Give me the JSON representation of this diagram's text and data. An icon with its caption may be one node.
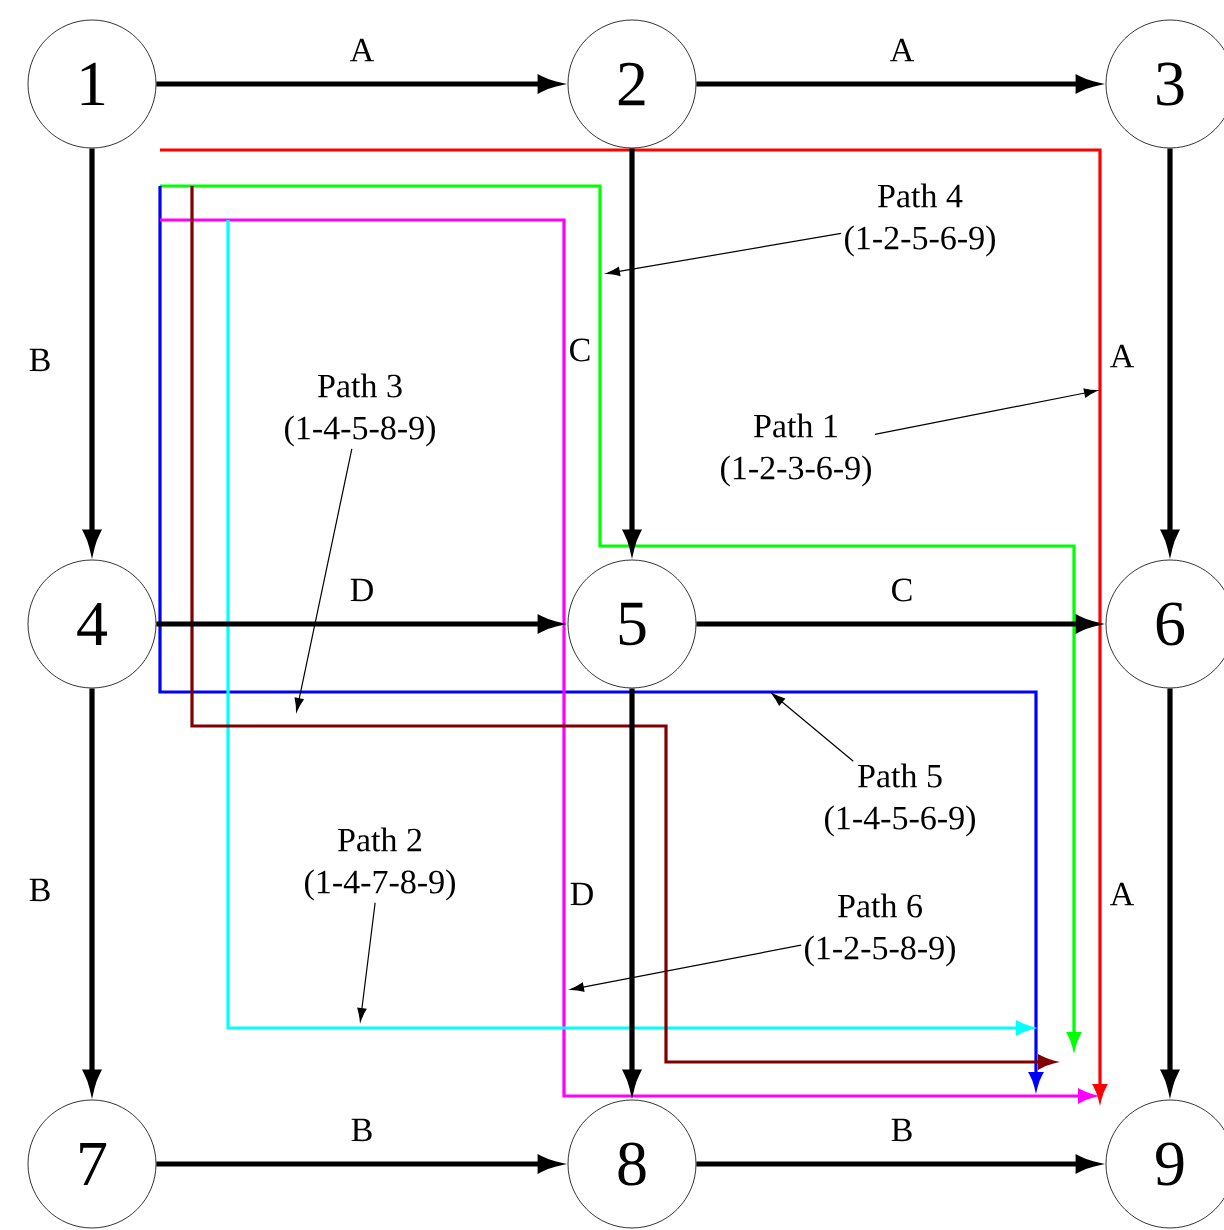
{
  "diagram": {
    "nodes": [
      {
        "text": [
          "1"
        ]
      },
      {
        "text": [
          "2"
        ]
      },
      {
        "text": [
          "3"
        ]
      },
      {
        "text": [
          "4"
        ]
      },
      {
        "text": [
          "5"
        ]
      },
      {
        "text": [
          "6"
        ]
      },
      {
        "text": [
          "7"
        ]
      },
      {
        "text": [
          "8"
        ]
      },
      {
        "text": [
          "9"
        ]
      },
      {
        "text": [
          "Path 4",
          "(1-2-5-6-9)"
        ]
      },
      {
        "text": [
          "Path 3",
          "(1-4-5-8-9)"
        ]
      },
      {
        "text": [
          "Path 1",
          "(1-2-3-6-9)"
        ]
      },
      {
        "text": [
          "Path 5",
          "(1-4-5-6-9)"
        ]
      },
      {
        "text": [
          "Path 2",
          "(1-4-7-8-9)"
        ]
      },
      {
        "text": [
          "Path 6",
          "(1-2-5-8-9)"
        ]
      }
    ],
    "edges": [
      {
        "from": 0,
        "to": 1,
        "arrow": "to",
        "label": "A"
      },
      {
        "from": 1,
        "to": 2,
        "arrow": "to",
        "label": "A"
      },
      {
        "from": 0,
        "to": 3,
        "arrow": "to",
        "label": "B"
      },
      {
        "from": 1,
        "to": 4,
        "arrow": "to",
        "label": "C"
      },
      {
        "from": 2,
        "to": 5,
        "arrow": "to",
        "label": "A"
      },
      {
        "from": 3,
        "to": 4,
        "arrow": "to",
        "label": "D"
      },
      {
        "from": 4,
        "to": 5,
        "arrow": "to",
        "label": "C"
      },
      {
        "from": 3,
        "to": 6,
        "arrow": "to",
        "label": "B"
      },
      {
        "from": 4,
        "to": 7,
        "arrow": "to",
        "label": "D"
      },
      {
        "from": 5,
        "to": 8,
        "arrow": "to",
        "label": "A"
      },
      {
        "from": 6,
        "to": 7,
        "arrow": "to",
        "label": "B"
      },
      {
        "from": 7,
        "to": 8,
        "arrow": "to",
        "label": "B"
      },
      {
        "from": 9,
        "to": null,
        "arrow": "to"
      },
      {
        "from": 10,
        "to": null,
        "arrow": "to"
      },
      {
        "from": 11,
        "to": null,
        "arrow": "to"
      },
      {
        "from": 12,
        "to": null,
        "arrow": "to"
      },
      {
        "from": 13,
        "to": null,
        "arrow": "to"
      },
      {
        "from": 14,
        "to": null,
        "arrow": "to"
      }
    ]
  }
}
